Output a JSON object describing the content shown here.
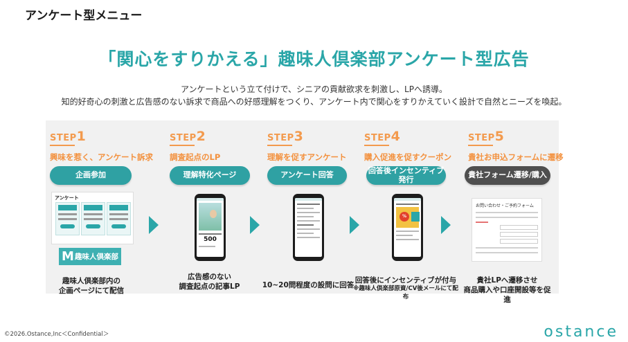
{
  "header": {
    "title": "アンケート型メニュー"
  },
  "main": {
    "title": "「関心をすりかえる」趣味人倶楽部アンケート型広告",
    "subtitle_line1": "アンケートという立て付けで、シニアの貢献欲求を刺激し、LPへ誘導。",
    "subtitle_line2": "知的好奇心の刺激と広告感のない訴求で商品への好感理解をつくり、アンケート内で関心をすりかえていく設計で自然とニーズを喚起。"
  },
  "steps": [
    {
      "prefix": "STEP",
      "num": "1",
      "title": "興味を惹く、アンケート訴求",
      "pill": "企画参加",
      "caption": "趣味人倶楽部内の",
      "caption2": "企画ページにて配信"
    },
    {
      "prefix": "STEP",
      "num": "2",
      "title": "調査起点のLP",
      "pill": "理解特化ページ",
      "caption": "広告感のない",
      "caption2": "調査起点の記事LP"
    },
    {
      "prefix": "STEP",
      "num": "3",
      "title": "理解を促すアンケート",
      "pill": "アンケート回答",
      "caption": "10~20問程度の設問に回答",
      "caption2": ""
    },
    {
      "prefix": "STEP",
      "num": "4",
      "title": "購入促進を促すクーポン",
      "pill_line1": "回答後インセンティブ",
      "pill_line2": "発行",
      "caption": "回答後にインセンティブが付与",
      "caption2": "※趣味人倶楽部原資/CV後メールにて配布"
    },
    {
      "prefix": "STEP",
      "num": "5",
      "title": "貴社お申込フォームに遷移",
      "pill": "貴社フォーム遷移/購入",
      "caption": "貴社LPへ遷移させ",
      "caption2": "商品購入や口座開設等を促進"
    }
  ],
  "mock": {
    "step1_header": "アンケート",
    "club_logo_mark": "M",
    "club_logo_text": "趣味人倶楽部",
    "step2_price": "500",
    "step5_form_title": "お問い合わせ・ご予約フォーム"
  },
  "footer": {
    "copyright": "©2026.Ostance,Inc＜Confidential＞",
    "logo": "ostance"
  },
  "colors": {
    "teal": "#2aa6a8",
    "orange": "#f39a4d",
    "dark_pill": "#4f4f4f"
  }
}
